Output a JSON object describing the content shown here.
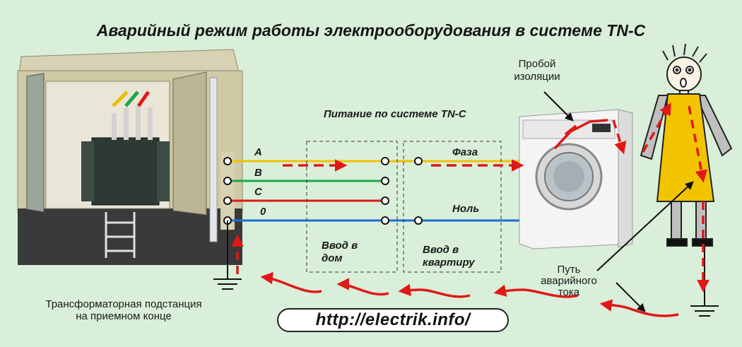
{
  "title": "Аварийный режим работы электрооборудования в системе TN-C",
  "labels": {
    "supply": "Питание по системе TN-C",
    "breakdown_line1": "Пробой",
    "breakdown_line2": "изоляции",
    "phase": "Фаза",
    "neutral": "Ноль",
    "house_line1": "Ввод в",
    "house_line2": "дом",
    "apartment_line1": "Ввод в",
    "apartment_line2": "квартиру",
    "fault_line1": "Путь",
    "fault_line2": "аварийного",
    "fault_line3": "тока",
    "substation_line1": "Трансформаторная подстанция",
    "substation_line2": "на приемном конце",
    "url": "http://electrik.info/"
  },
  "conductors": [
    {
      "name": "A",
      "color": "#f2c200"
    },
    {
      "name": "B",
      "color": "#1aa84a"
    },
    {
      "name": "C",
      "color": "#e01818"
    },
    {
      "name": "0",
      "color": "#1c6fd1"
    }
  ],
  "colors": {
    "background": "#d9efd9",
    "current_arrow": "#e01818"
  }
}
